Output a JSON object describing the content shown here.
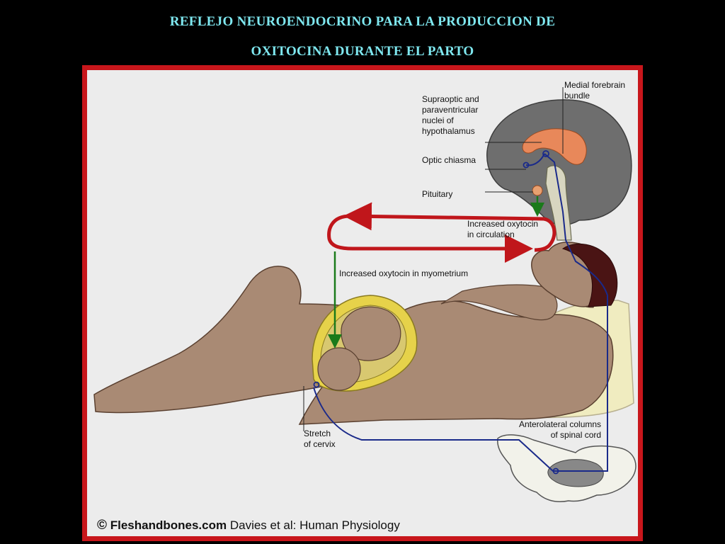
{
  "title": {
    "line1": "REFLEJO NEUROENDOCRINO PARA LA PRODUCCION DE",
    "line2": "OXITOCINA DURANTE EL PARTO"
  },
  "labels": {
    "supraoptic": [
      "Supraoptic and",
      "paraventricular",
      "nuclei of",
      "hypothalamus"
    ],
    "medial_forebrain": [
      "Medial forebrain",
      "bundle"
    ],
    "optic_chiasma": "Optic chiasma",
    "pituitary": "Pituitary",
    "increased_circulation": [
      "Increased oxytocin",
      "in circulation"
    ],
    "increased_myometrium": "Increased oxytocin in myometrium",
    "anterolateral": [
      "Anterolateral columns",
      "of spinal cord"
    ],
    "stretch_cervix": [
      "Stretch",
      "of cervix"
    ]
  },
  "credit": {
    "symbol": "©",
    "site": "Fleshandbones.com",
    "text": "Davies et al: Human Physiology"
  },
  "colors": {
    "title": "#7fe8f0",
    "frame_border": "#c8161b",
    "panel_bg": "#ececec",
    "skin": "#a98a74",
    "brain": "#6e6e6e",
    "hypothalamus": "#e8885a",
    "uterus_wall": "#e6d24a",
    "hair": "#4a1414",
    "pillow": "#f0ecc0",
    "nerve_path": "#1a2a8a",
    "circulation_arrow": "#c0161b",
    "myometrium_arrow": "#1a7a1a"
  }
}
